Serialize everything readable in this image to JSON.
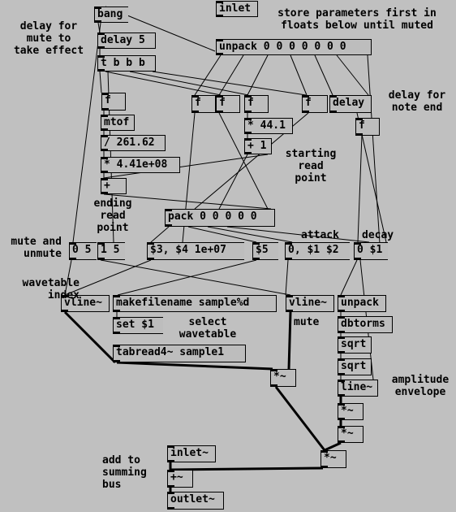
{
  "objects": {
    "bang": "bang",
    "inlet": "inlet",
    "delay5": "delay 5",
    "unpack8": "unpack 0 0 0 0 0 0 0",
    "tbbb": "t b b b",
    "f1": "f",
    "f2": "f",
    "f3": "f",
    "f4": "f",
    "f5": "f",
    "delay": "delay",
    "f6": "f",
    "mtof": "mtof",
    "div": "/ 261.62",
    "mul441": "* 44.1",
    "plus1": "+ 1",
    "mulbig": "* 4.41e+08",
    "plus": "+",
    "pack6": "pack 0 0 0 0 0",
    "msg_0_5": "0 5",
    "msg_1_5": "1 5",
    "msg_vline": "$3, $4 1e+07",
    "msg_5": "$5",
    "msg_attack": "0, $1 $2",
    "msg_decay": "0 $1",
    "vline1": "vline~",
    "makefilename": "makefilename sample%d",
    "vline2": "vline~",
    "unpack2": "unpack",
    "dbtorms": "dbtorms",
    "set1": "set $1",
    "sqrt1": "sqrt",
    "tabread": "tabread4~ sample1",
    "sqrt2": "sqrt",
    "mul_a": "*~",
    "line": "line~",
    "mul_b": "*~",
    "mul_c": "*~",
    "mul_d": "*~",
    "inlet2": "inlet~",
    "plus_sig": "+~",
    "outlet": "outlet~"
  },
  "comments": {
    "delay_for_mute": "delay for\nmute to\ntake effect",
    "store_params": "store parameters first in\nfloats below until muted",
    "delay_note_end": "delay for\nnote end",
    "starting_point": "starting\nread\npoint",
    "ending_point": "ending\nread\npoint",
    "mute_unmute": "mute and\nunmute",
    "attack": "attack",
    "decay": "decay",
    "wavetable_index": "wavetable\nindex",
    "select_wavetable": "select\nwavetable",
    "mute": "mute",
    "amplitude_envelope": "amplitude\nenvelope",
    "add_to_bus": "add to\nsumming\nbus"
  }
}
